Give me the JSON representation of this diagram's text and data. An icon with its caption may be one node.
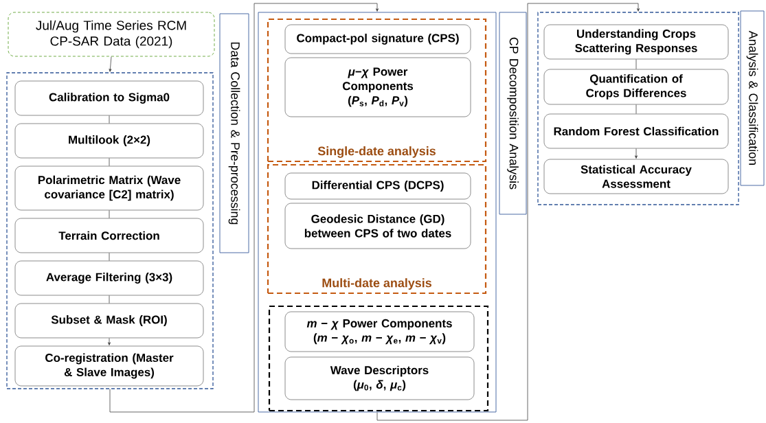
{
  "diagram": {
    "nodes": [
      {
        "text": [
          "Jul/Aug Time Series RCM CP-SAR Data (2021)"
        ]
      },
      {
        "text": [],
        "shape": "box"
      },
      {
        "text": [
          "Calibration to Sigma0"
        ],
        "in": 1
      },
      {
        "text": [
          "Multilook (2×2)"
        ],
        "in": 1
      },
      {
        "text": [
          "Polarimetric Matrix (Wave covariance [C2] matrix)"
        ],
        "in": 1
      },
      {
        "text": [
          "Terrain Correction"
        ],
        "in": 1
      },
      {
        "text": [
          "Average Filtering (3×3)"
        ],
        "in": 1
      },
      {
        "text": [
          "Subset & Mask (ROI)"
        ],
        "in": 1
      },
      {
        "text": [
          "Co-registration (Master & Slave Images)"
        ],
        "in": 1
      },
      {
        "text": [
          "Data Collection & Pre-processing"
        ]
      },
      {
        "text": [],
        "shape": "box"
      },
      {
        "text": [
          "Single-date analysis"
        ],
        "in": 10
      },
      {
        "text": [
          "Compact-pol signature (CPS)"
        ],
        "in": 11
      },
      {
        "text": [
          "*μ*−*χ* Power Components (*P*$_{s}$, *P*$_{d}$, *P*$_{v}$)"
        ],
        "in": 11
      },
      {
        "text": [
          "Multi-date analysis"
        ],
        "in": 10
      },
      {
        "text": [
          "Differential CPS (DCPS)"
        ],
        "in": 14
      },
      {
        "text": [
          "Geodesic Distance (GD) between CPS of two dates"
        ],
        "in": 14
      },
      {
        "text": [],
        "shape": "box",
        "in": 10
      },
      {
        "text": [
          "*m* − *χ* Power Components (*m* − *χ*$_{o}$, *m* − *χ*$_{e}$, *m* − *χ*$_{v}$)"
        ],
        "in": 17
      },
      {
        "text": [
          "Wave Descriptors (*μ*$_{0}$, *δ*, *μ*$_{c}$)"
        ],
        "in": 17
      },
      {
        "text": [
          "CP Decomposition Analysis"
        ]
      },
      {
        "text": [],
        "shape": "box"
      },
      {
        "text": [
          "Understanding Crops Scattering Responses"
        ],
        "in": 21
      },
      {
        "text": [
          "Quantification of Crops Differences"
        ],
        "in": 21
      },
      {
        "text": [
          "Random Forest Classification"
        ],
        "in": 21
      },
      {
        "text": [
          "Statistical Accuracy Assessment"
        ],
        "in": 21
      },
      {
        "text": [
          "Analysis & Classification"
        ]
      }
    ],
    "edges": [
      {
        "from": 0,
        "to": 1,
        "arrow": "to"
      },
      {
        "from": 2,
        "to": 3,
        "arrow": "none"
      },
      {
        "from": 3,
        "to": 4,
        "arrow": "none"
      },
      {
        "from": 4,
        "to": 5,
        "arrow": "none"
      },
      {
        "from": 5,
        "to": 6,
        "arrow": "none"
      },
      {
        "from": 6,
        "to": 7,
        "arrow": "none"
      },
      {
        "from": 7,
        "to": 8,
        "arrow": "to"
      },
      {
        "from": 1,
        "to": 10,
        "arrow": "to"
      },
      {
        "from": 10,
        "to": 21,
        "arrow": "to"
      },
      {
        "from": 22,
        "to": 23,
        "arrow": "none"
      },
      {
        "from": 23,
        "to": 24,
        "arrow": "none"
      },
      {
        "from": 24,
        "to": 25,
        "arrow": "to"
      }
    ]
  }
}
